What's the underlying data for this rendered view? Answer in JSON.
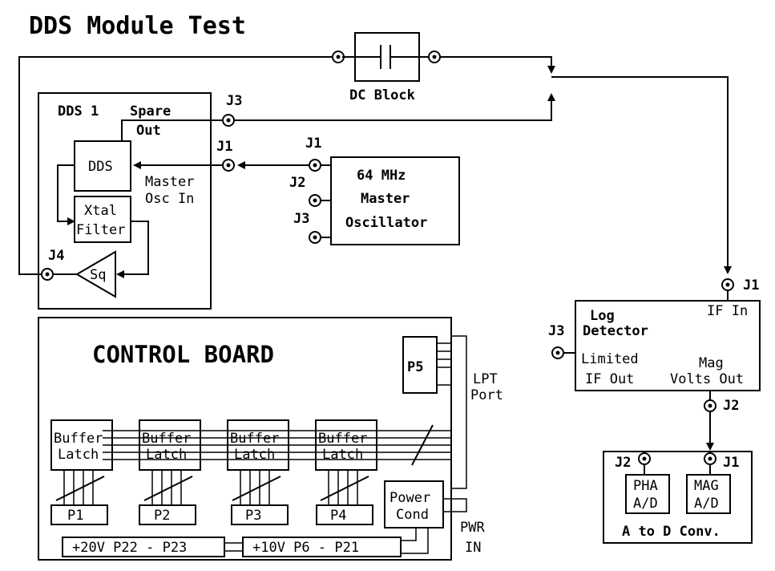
{
  "title": "DDS Module Test",
  "dc_block": {
    "label": "DC Block"
  },
  "dds1": {
    "label": "DDS 1",
    "spare_out": [
      "Spare",
      "Out"
    ],
    "dds_block": "DDS",
    "xtal_filter": [
      "Xtal",
      "Filter"
    ],
    "master_osc_in": [
      "Master",
      "Osc In"
    ],
    "sq": "Sq",
    "j1": "J1",
    "j3": "J3",
    "j4": "J4"
  },
  "master_osc": {
    "lines": [
      "64 MHz",
      "Master",
      "Oscillator"
    ],
    "j1": "J1",
    "j2": "J2",
    "j3": "J3"
  },
  "log_detector": {
    "label": [
      "Log",
      "Detector"
    ],
    "if_in": "IF In",
    "limited": [
      "Limited",
      "IF Out"
    ],
    "mag": [
      "Mag",
      "Volts Out"
    ],
    "j1": "J1",
    "j2": "J2",
    "j3": "J3"
  },
  "adc": {
    "label": "A to D Conv.",
    "pha": [
      "PHA",
      "A/D"
    ],
    "mag": [
      "MAG",
      "A/D"
    ],
    "j1": "J1",
    "j2": "J2"
  },
  "control_board": {
    "label": "CONTROL BOARD",
    "p5": "P5",
    "lpt": [
      "LPT",
      "Port"
    ],
    "latches": [
      "Buffer",
      "Latch"
    ],
    "plugs": [
      "P1",
      "P2",
      "P3",
      "P4"
    ],
    "power_cond": [
      "Power",
      "Cond"
    ],
    "pwr_in": [
      "PWR",
      "IN"
    ],
    "rail20": "+20V  P22 - P23",
    "rail10": "+10V  P6 - P21"
  }
}
